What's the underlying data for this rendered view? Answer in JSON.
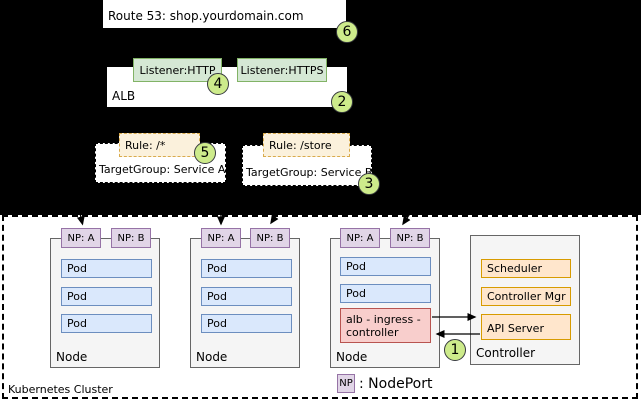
{
  "diagram": {
    "route53": {
      "label": "Route 53: shop.yourdomain.com"
    },
    "alb": {
      "label": "ALB"
    },
    "listeners": [
      {
        "label": "Listener:HTTP"
      },
      {
        "label": "Listener:HTTPS"
      }
    ],
    "rules": [
      {
        "label": "Rule: /*"
      },
      {
        "label": "Rule: /store"
      }
    ],
    "target_groups": [
      {
        "label": "TargetGroup: Service A"
      },
      {
        "label": "TargetGroup: Service B"
      }
    ],
    "badges": {
      "b1": "1",
      "b2": "2",
      "b3": "3",
      "b4": "4",
      "b5": "5",
      "b6": "6"
    },
    "cluster": {
      "label": "Kubernetes Cluster",
      "nodes": [
        {
          "label": "Node",
          "nodeports": [
            {
              "label": "NP: A"
            },
            {
              "label": "NP: B"
            }
          ],
          "pods": [
            "Pod",
            "Pod",
            "Pod"
          ]
        },
        {
          "label": "Node",
          "nodeports": [
            {
              "label": "NP: A"
            },
            {
              "label": "NP: B"
            }
          ],
          "pods": [
            "Pod",
            "Pod",
            "Pod"
          ]
        },
        {
          "label": "Node",
          "nodeports": [
            {
              "label": "NP: A"
            },
            {
              "label": "NP: B"
            }
          ],
          "pods": [
            "Pod",
            "Pod"
          ],
          "ingress_controller": {
            "line1": "alb - ingress -",
            "line2": "controller"
          }
        }
      ],
      "controller": {
        "label": "Controller",
        "components": [
          "Scheduler",
          "Controller Mgr",
          "API Server"
        ]
      },
      "legend": {
        "symbol": "NP",
        "label": ": NodePort"
      }
    },
    "colors": {
      "nodeport_fill": "#e1d5e7",
      "nodeport_stroke": "#9673a6",
      "pod_fill": "#dae8fc",
      "pod_stroke": "#6c8ebf",
      "listener_fill": "#d5e8d4",
      "listener_stroke": "#82b366",
      "component_fill": "#ffe6cc",
      "component_stroke": "#d79b00",
      "ingress_fill": "#f8cecc",
      "ingress_stroke": "#b85450",
      "rule_fill": "#fbf1dc",
      "rule_stroke": "#d9ab4d",
      "badge_fill": "#cdeb8b",
      "badge_stroke": "#36393d",
      "node_fill": "#f5f5f5",
      "node_stroke": "#666666"
    }
  }
}
